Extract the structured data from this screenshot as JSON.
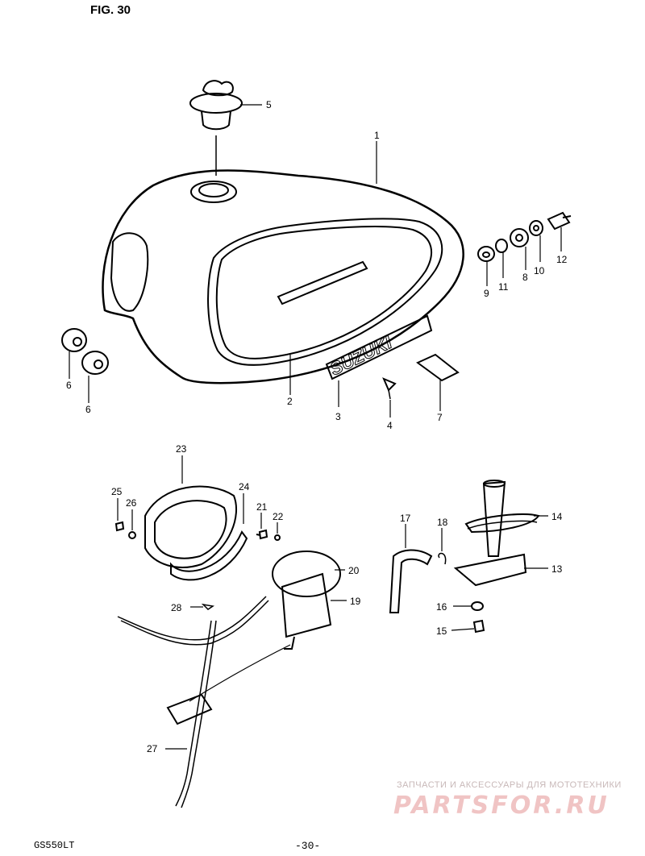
{
  "figure": {
    "title": "FIG. 30",
    "model": "GS550LT",
    "page_number": "-30-"
  },
  "emblem_text": "SUZUKI",
  "callouts": [
    "1",
    "2",
    "3",
    "4",
    "5",
    "6",
    "6",
    "7",
    "8",
    "9",
    "10",
    "11",
    "12",
    "13",
    "14",
    "15",
    "16",
    "17",
    "18",
    "19",
    "20",
    "21",
    "22",
    "23",
    "24",
    "25",
    "26",
    "27",
    "28"
  ],
  "watermark": {
    "tagline": "ЗАПЧАСТИ И АКСЕССУАРЫ ДЛЯ МОТОТЕХНИКИ",
    "logo": "PARTSFOR.RU"
  }
}
